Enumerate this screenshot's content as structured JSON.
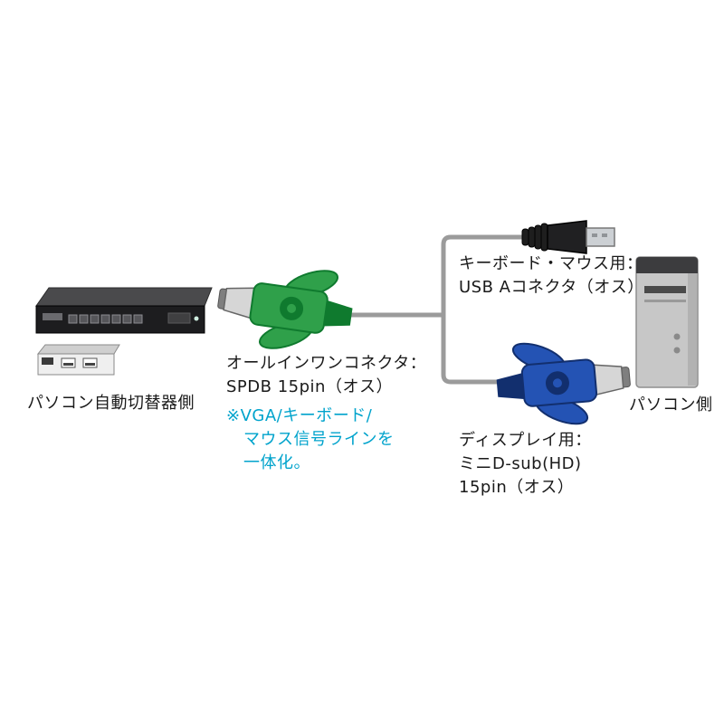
{
  "colors": {
    "connector_green": "#2fa04a",
    "connector_green_dark": "#0f7a2e",
    "connector_blue": "#2453b4",
    "connector_blue_dark": "#122f6e",
    "metal_shell": "#d6d6d6",
    "cable": "#9b9b9b",
    "note_text": "#00a3cc",
    "label_text": "#1a1a1a"
  },
  "labels": {
    "kvm_side": "パソコン自動切替器側",
    "all_in_one_line1": "オールインワンコネクタ：",
    "all_in_one_line2": "SPDB 15pin（オス）",
    "note_line1": "※VGA/キーボード/",
    "note_line2": "マウス信号ラインを",
    "note_line3": "一体化。",
    "usb_line1": "キーボード・マウス用：",
    "usb_line2": "USB Aコネクタ（オス）",
    "display_line1": "ディスプレイ用：",
    "display_line2": "ミニD-sub(HD)",
    "display_line3": "15pin（オス）",
    "pc_side": "パソコン側"
  }
}
